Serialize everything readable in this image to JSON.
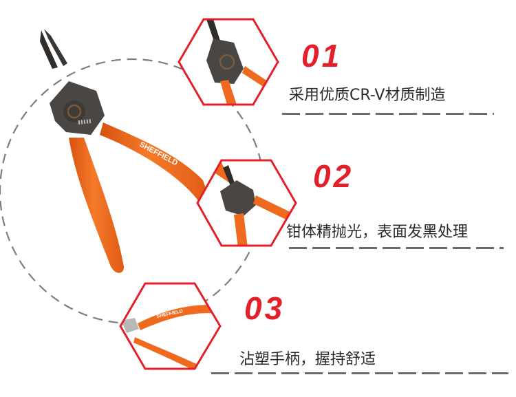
{
  "product": {
    "brand": "SHEFFIELD",
    "colors": {
      "accent_red": "#e3202a",
      "handle_orange": "#ef6a1f",
      "metal_dark": "#3d3a38",
      "dash_gray": "#7a7a7a",
      "text": "#2b2b2b"
    }
  },
  "features": [
    {
      "number": "01",
      "text": "采用优质CR-V材质制造"
    },
    {
      "number": "02",
      "text": "钳体精抛光，表面发黑处理"
    },
    {
      "number": "03",
      "text": "沾塑手柄，握持舒适"
    }
  ]
}
